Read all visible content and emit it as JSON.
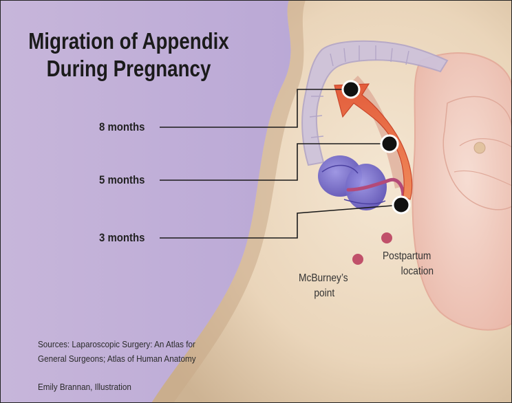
{
  "diagram": {
    "title_line1": "Migration of Appendix",
    "title_line2": "During Pregnancy",
    "stages": [
      {
        "label": "8 months"
      },
      {
        "label": "5 months"
      },
      {
        "label": "3 months"
      }
    ],
    "landmarks": {
      "postpartum_line1": "Postpartum",
      "postpartum_line2": "location",
      "mcburney_line1": "McBurney’s",
      "mcburney_line2": "point"
    },
    "sources_line1": "Sources: Laparoscopic Surgery: An Atlas for",
    "sources_line2": "General Surgeons; Atlas of Human Anatomy",
    "credit": "Emily Brannan, Illustration"
  },
  "colors": {
    "background": "#c4b2d8",
    "skin": "#ecd8be",
    "uterus": "#f2ccc0",
    "colon": "#c9bfd6",
    "cecum": "#7468c8",
    "arrow": "#e8744e",
    "marker": "#111111",
    "landmark_dot": "#c0506a"
  }
}
